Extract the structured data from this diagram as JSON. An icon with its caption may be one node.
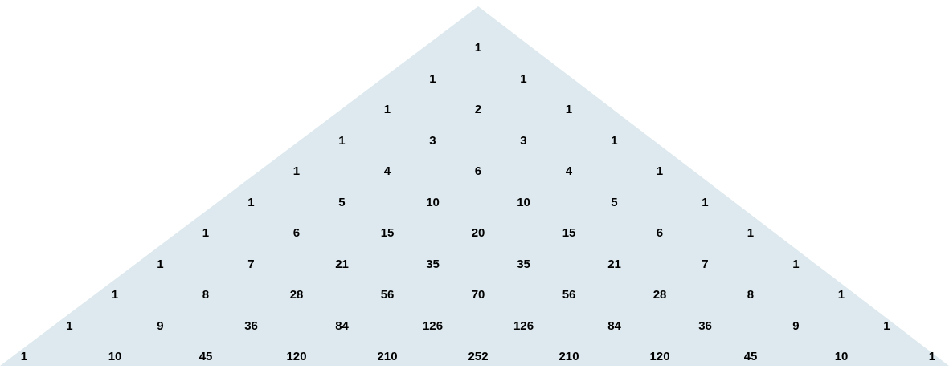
{
  "diagram": {
    "labels": [
      "1",
      "1",
      "1",
      "1",
      "2",
      "1",
      "1",
      "3",
      "3",
      "1",
      "1",
      "4",
      "6",
      "4",
      "1",
      "1",
      "5",
      "10",
      "10",
      "5",
      "1",
      "1",
      "6",
      "15",
      "20",
      "15",
      "6",
      "1",
      "1",
      "7",
      "21",
      "35",
      "35",
      "21",
      "7",
      "1",
      "1",
      "8",
      "28",
      "56",
      "70",
      "56",
      "28",
      "8",
      "1",
      "1",
      "9",
      "36",
      "84",
      "126",
      "126",
      "84",
      "36",
      "9",
      "1",
      "1",
      "10",
      "45",
      "120",
      "210",
      "252",
      "210",
      "120",
      "45",
      "10",
      "1"
    ]
  }
}
